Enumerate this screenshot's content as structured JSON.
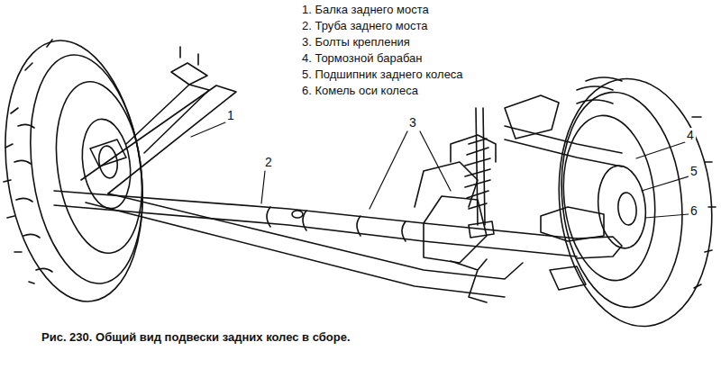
{
  "diagram": {
    "caption": "Рис. 230. Общий вид подвески задних колес в сборе.",
    "labels": [
      "1. Балка заднего моста",
      "2. Труба заднего моста",
      "3. Болты крепления",
      "4. Тормозной барабан",
      "5. Подшипник заднего колеса",
      "6. Комель оси колеса",
      "1",
      "2",
      "3",
      "4",
      "5",
      "6"
    ]
  }
}
